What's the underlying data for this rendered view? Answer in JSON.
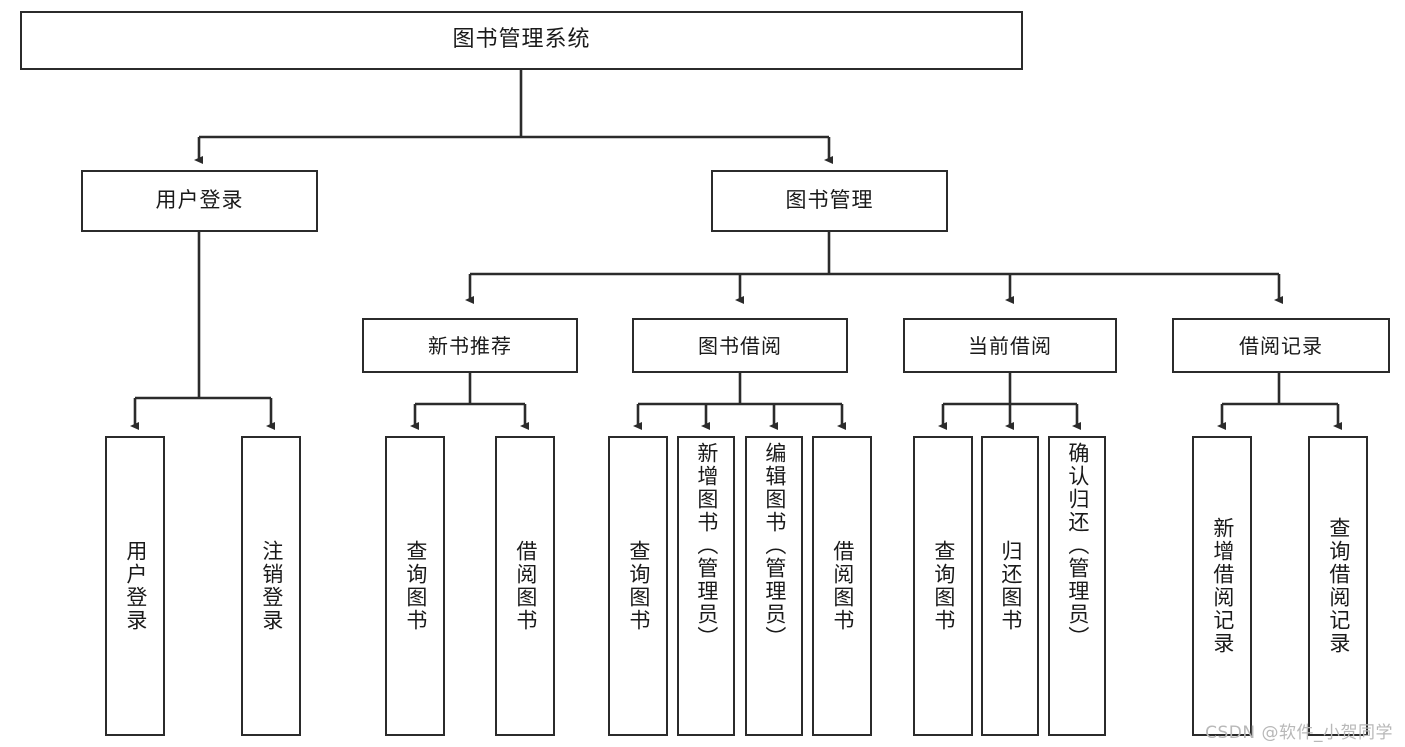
{
  "diagram": {
    "title": "图书管理系统",
    "root": {
      "label": "图书管理系统"
    },
    "level2": [
      {
        "label": "用户登录"
      },
      {
        "label": "图书管理"
      }
    ],
    "level3": [
      {
        "label": "新书推荐"
      },
      {
        "label": "图书借阅"
      },
      {
        "label": "当前借阅"
      },
      {
        "label": "借阅记录"
      }
    ],
    "leaves": {
      "user_login": [
        {
          "label": "用户登录"
        },
        {
          "label": "注销登录"
        }
      ],
      "new_book_recommend": [
        {
          "label": "查询图书"
        },
        {
          "label": "借阅图书"
        }
      ],
      "book_borrow": [
        {
          "label": "查询图书"
        },
        {
          "label": "新增图书（管理员）"
        },
        {
          "label": "编辑图书（管理员）"
        },
        {
          "label": "借阅图书"
        }
      ],
      "current_borrow": [
        {
          "label": "查询图书"
        },
        {
          "label": "归还图书"
        },
        {
          "label": "确认归还（管理员）"
        }
      ],
      "borrow_record": [
        {
          "label": "新增借阅记录"
        },
        {
          "label": "查询借阅记录"
        }
      ]
    }
  },
  "watermark": {
    "text": "CSDN @软件_小贺同学"
  },
  "colors": {
    "border": "#2b2b2b",
    "text": "#1a1a1a",
    "background": "#ffffff",
    "watermark": "#b8b8b8"
  }
}
